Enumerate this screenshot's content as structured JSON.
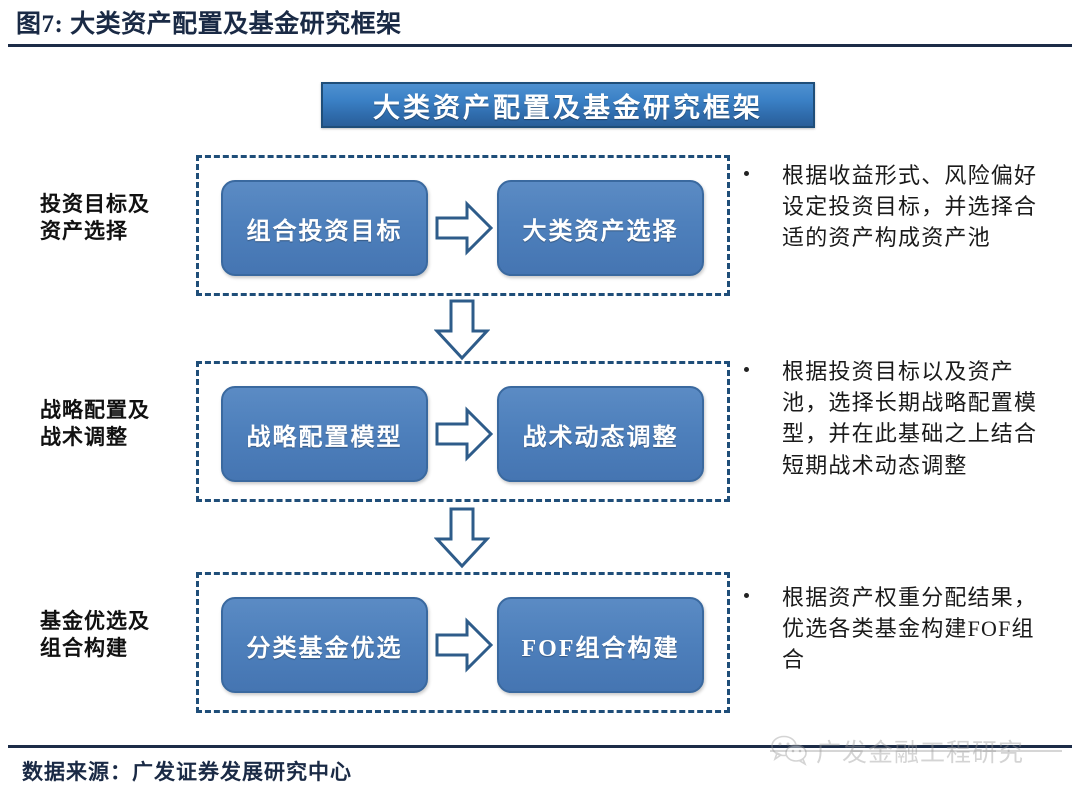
{
  "header": {
    "figure_label": "图7:",
    "title": "大类资产配置及基金研究框架",
    "full_title": "图7:  大类资产配置及基金研究框架"
  },
  "banner": {
    "text": "大类资产配置及基金研究框架"
  },
  "rows": [
    {
      "label": "投资目标及\n资产选择",
      "left_box": "组合投资目标",
      "right_box": "大类资产选择",
      "arrow": "arrow-right-icon",
      "bullet": "根据收益形式、风险偏好设定投资目标，并选择合适的资产构成资产池"
    },
    {
      "label": "战略配置及\n战术调整",
      "left_box": "战略配置模型",
      "right_box": "战术动态调整",
      "arrow": "arrow-right-icon",
      "bullet": "根据投资目标以及资产池，选择长期战略配置模型，并在此基础之上结合短期战术动态调整"
    },
    {
      "label": "基金优选及\n组合构建",
      "left_box": "分类基金优选",
      "right_box": "FOF组合构建",
      "arrow": "arrow-right-icon",
      "bullet": "根据资产权重分配结果，优选各类基金构建FOF组合"
    }
  ],
  "connectors": [
    {
      "name": "arrow-down-icon",
      "from_row": 0,
      "to_row": 1
    },
    {
      "name": "arrow-down-icon",
      "from_row": 1,
      "to_row": 2
    }
  ],
  "footer": {
    "source": "数据来源：广发证券发展研究中心"
  },
  "watermark": {
    "icon": "wechat-icon",
    "text": "广发金融工程研究"
  },
  "colors": {
    "box_blue": "#4e80bc",
    "box_border": "#3a699f",
    "banner_blue_top": "#4e90d0",
    "banner_blue_bottom": "#2a5f99",
    "banner_border": "#1f4e79",
    "dashed_border": "#1f4e79",
    "rule_dark": "#1c2c47",
    "text_dark": "#1a2a45",
    "watermark_gray": "#9a9a9a",
    "page_background": "#ffffff"
  }
}
